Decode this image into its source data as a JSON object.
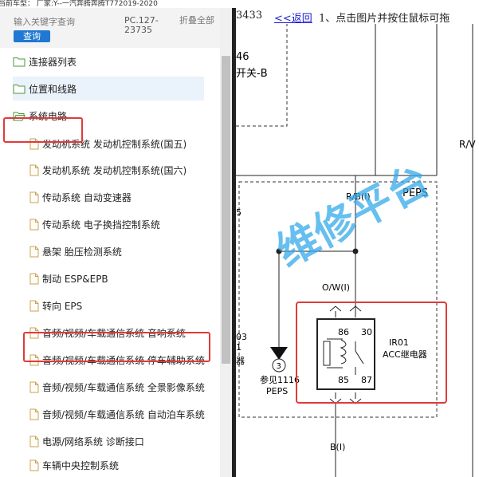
{
  "topbar": {
    "text": "当前车型： 厂家:Y--一汽奔腾奔腾T772019-2020"
  },
  "sidebar": {
    "search_placeholder": "输入关键字查询",
    "search_button": "查询",
    "doc_code": "PC.127-23735",
    "collapse_all": "折叠全部",
    "items": [
      {
        "label": "连接器列表",
        "type": "folder"
      },
      {
        "label": "位置和线路",
        "type": "folder"
      },
      {
        "label": "系统电路",
        "type": "folder-open"
      },
      {
        "label": "发动机系统 发动机控制系统(国五)",
        "type": "file"
      },
      {
        "label": "发动机系统 发动机控制系统(国六)",
        "type": "file"
      },
      {
        "label": "传动系统 自动变速器",
        "type": "file"
      },
      {
        "label": "传动系统 电子换挡控制系统",
        "type": "file"
      },
      {
        "label": "悬架 胎压检测系统",
        "type": "file"
      },
      {
        "label": "制动 ESP&EPB",
        "type": "file"
      },
      {
        "label": "转向 EPS",
        "type": "file"
      },
      {
        "label": "音频/视频/车载通信系统 音响系统",
        "type": "file"
      },
      {
        "label": "音频/视频/车载通信系统 停车辅助系统",
        "type": "file"
      },
      {
        "label": "音频/视频/车载通信系统 全景影像系统",
        "type": "file"
      },
      {
        "label": "音频/视频/车载通信系统 自动泊车系统",
        "type": "file"
      },
      {
        "label": "电源/网络系统 诊断接口",
        "type": "file"
      },
      {
        "label": "车辆中央控制系统",
        "type": "file"
      }
    ]
  },
  "viewer": {
    "page_num": "3433",
    "back_link": "<<返回",
    "instruction": "1、点击图片并按住鼠标可拖",
    "watermark": "维修平台",
    "labels": {
      "top_num": "46",
      "switch": "开关-B",
      "rv": "R/V",
      "rb": "R/B(I)",
      "peps": "PEPS",
      "five": "5",
      "ow": "O/W(I)",
      "p03": "03",
      "p1": "1",
      "qi": "器",
      "conn_num": "3",
      "see": "参见1116",
      "peps2": "PEPS",
      "pin86": "86",
      "pin30": "30",
      "pin85": "85",
      "pin87": "87",
      "ir01": "IR01",
      "acc": "ACC继电器",
      "bi": "B(I)"
    }
  }
}
